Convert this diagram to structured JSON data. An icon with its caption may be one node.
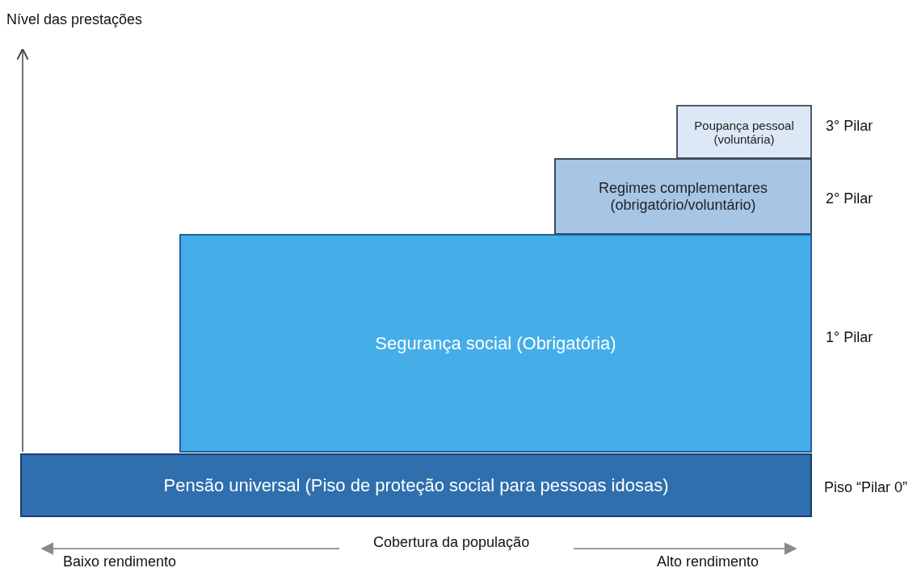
{
  "diagram": {
    "nodes": [
      {
        "text": [
          "Poupança pessoal (voluntária)"
        ],
        "beside": [
          "3° Pilar"
        ]
      },
      {
        "text": [
          "Regimes complementares (obrigatório/voluntário)"
        ],
        "beside": [
          "2° Pilar"
        ]
      },
      {
        "text": [
          "Segurança social (Obrigatória)"
        ],
        "beside": [
          "1° Pilar"
        ]
      },
      {
        "text": [
          "Pensão universal (Piso de proteção social para pessoas idosas)"
        ],
        "beside": [
          "Piso “Pilar 0”"
        ]
      }
    ],
    "labels": [
      "Nível das prestações",
      "Cobertura da população",
      "Baixo rendimento",
      "Alto rendimento"
    ]
  }
}
